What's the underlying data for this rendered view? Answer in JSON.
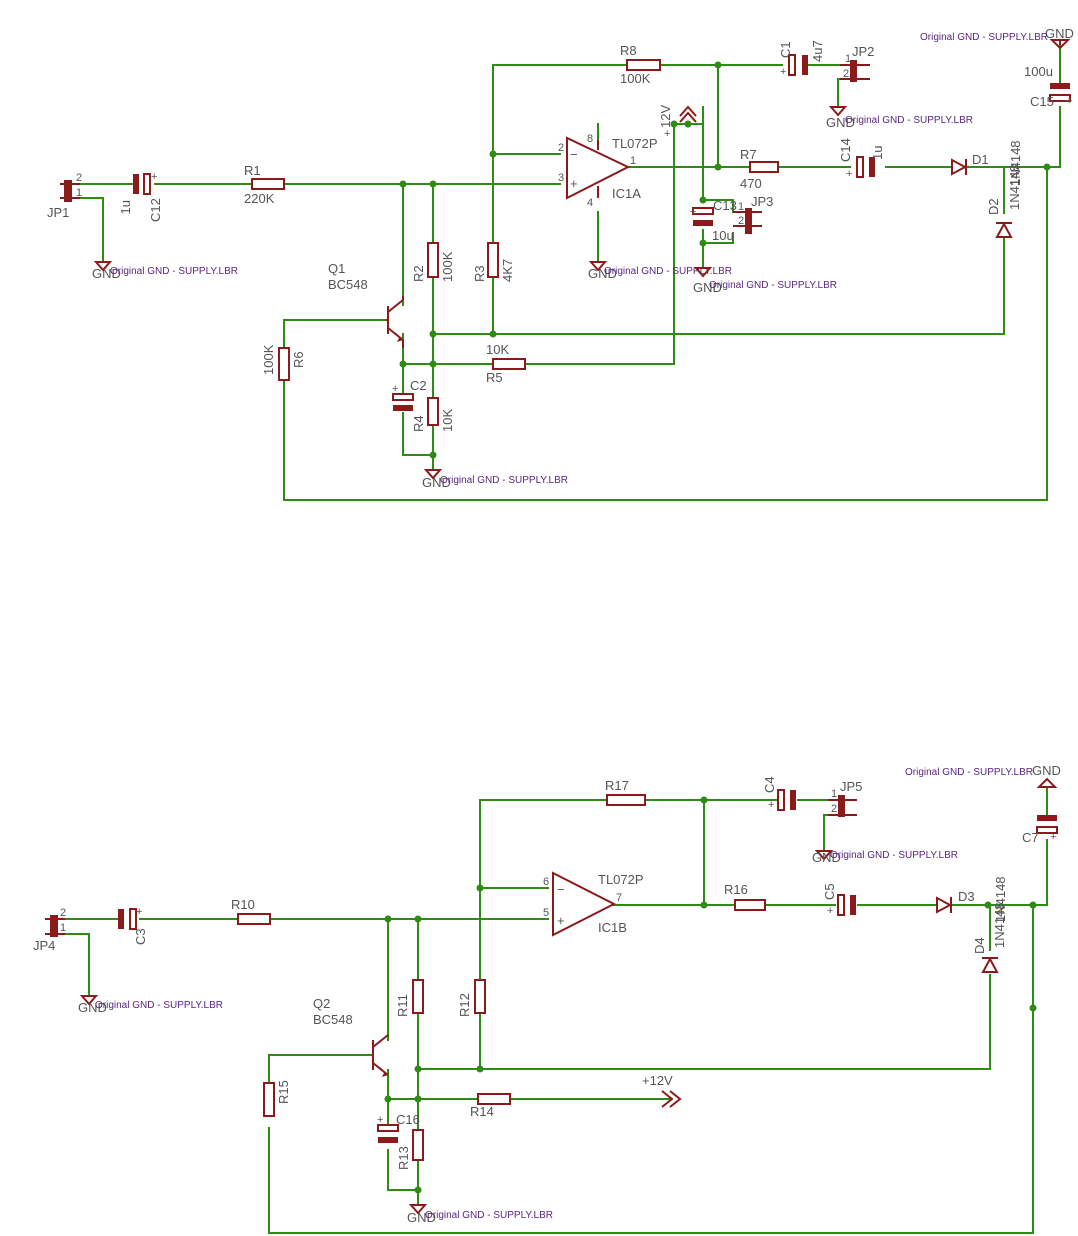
{
  "gnd_lib_text": "Original GND - SUPPLY.LBR",
  "gnd": "GND",
  "plus12v": "+12V",
  "ic_type": "TL072P",
  "opamp_pins": {
    "p1": "1",
    "p2": "2",
    "p3": "3",
    "p4": "4",
    "p8": "8",
    "p5": "5",
    "p6": "6",
    "p7": "7",
    "minus": "−",
    "plus": "+"
  },
  "top": {
    "ic": "IC1A",
    "jp1": "JP1",
    "jp2": "JP2",
    "jp3": "JP3",
    "r1": {
      "name": "R1",
      "value": "220K"
    },
    "r2": {
      "name": "R2",
      "value": "100K"
    },
    "r3": {
      "name": "R3",
      "value": "4K7"
    },
    "r4": {
      "name": "R4",
      "value": "10K"
    },
    "r5": {
      "name": "R5",
      "value": "10K"
    },
    "r6": {
      "name": "R6",
      "value": "100K"
    },
    "r7": {
      "name": "R7",
      "value": "470"
    },
    "r8": {
      "name": "R8",
      "value": "100K"
    },
    "c1": {
      "name": "C1",
      "value": "4u7"
    },
    "c2": {
      "name": "C2"
    },
    "c12": {
      "name": "C12",
      "value": "1u"
    },
    "c13": {
      "name": "C13",
      "value": "10u"
    },
    "c14": {
      "name": "C14",
      "value": "1u"
    },
    "c15": {
      "name": "C15",
      "value": "100u"
    },
    "q1": {
      "name": "Q1",
      "value": "BC548"
    },
    "d1": {
      "name": "D1",
      "value": "1N4148"
    },
    "d2": {
      "name": "D2",
      "value": "1N4148"
    },
    "supply": "12V"
  },
  "bottom": {
    "ic": "IC1B",
    "jp4": "JP4",
    "jp5": "JP5",
    "r10": "R10",
    "r11": "R11",
    "r12": "R12",
    "r13": "R13",
    "r14": "R14",
    "r15": "R15",
    "r16": "R16",
    "r17": "R17",
    "c3": "C3",
    "c4": "C4",
    "c5": "C5",
    "c7": "C7",
    "c16": "C16",
    "q2": {
      "name": "Q2",
      "value": "BC548"
    },
    "d3": {
      "name": "D3",
      "value": "1N4148"
    },
    "d4": {
      "name": "D4",
      "value": "1N4148"
    }
  },
  "pin_numbers": {
    "one": "1",
    "two": "2"
  },
  "colors": {
    "wire": "#2e8b14",
    "part": "#8b1a1a",
    "label": "#555555",
    "library": "#5a2680"
  }
}
